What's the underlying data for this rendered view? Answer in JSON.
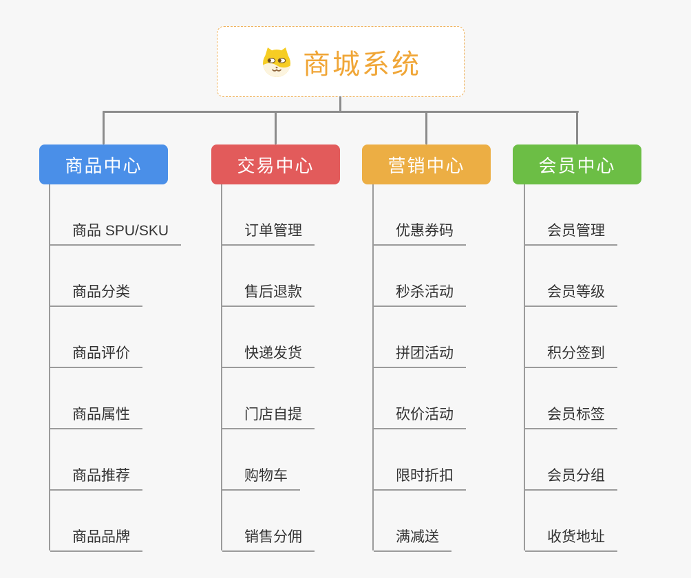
{
  "root": {
    "title": "商城系统"
  },
  "branches": [
    {
      "label": "商品中心",
      "color": "#4A8FE8",
      "children": [
        "商品 SPU/SKU",
        "商品分类",
        "商品评价",
        "商品属性",
        "商品推荐",
        "商品品牌"
      ]
    },
    {
      "label": "交易中心",
      "color": "#E25B5B",
      "children": [
        "订单管理",
        "售后退款",
        "快递发货",
        "门店自提",
        "购物车",
        "销售分佣"
      ]
    },
    {
      "label": "营销中心",
      "color": "#ECAE44",
      "children": [
        "优惠券码",
        "秒杀活动",
        "拼团活动",
        "砍价活动",
        "限时折扣",
        "满减送"
      ]
    },
    {
      "label": "会员中心",
      "color": "#6CBE45",
      "children": [
        "会员管理",
        "会员等级",
        "积分签到",
        "会员标签",
        "会员分组",
        "收货地址"
      ]
    }
  ],
  "colors": {
    "background": "#F7F7F7",
    "connector_line": "#8C8C8C",
    "child_line": "#9B9B9B",
    "root_accent": "#F0A637",
    "root_border": "#EFB25C",
    "child_text": "#333333"
  },
  "icons": {
    "root_icon": "dog-face-icon"
  }
}
